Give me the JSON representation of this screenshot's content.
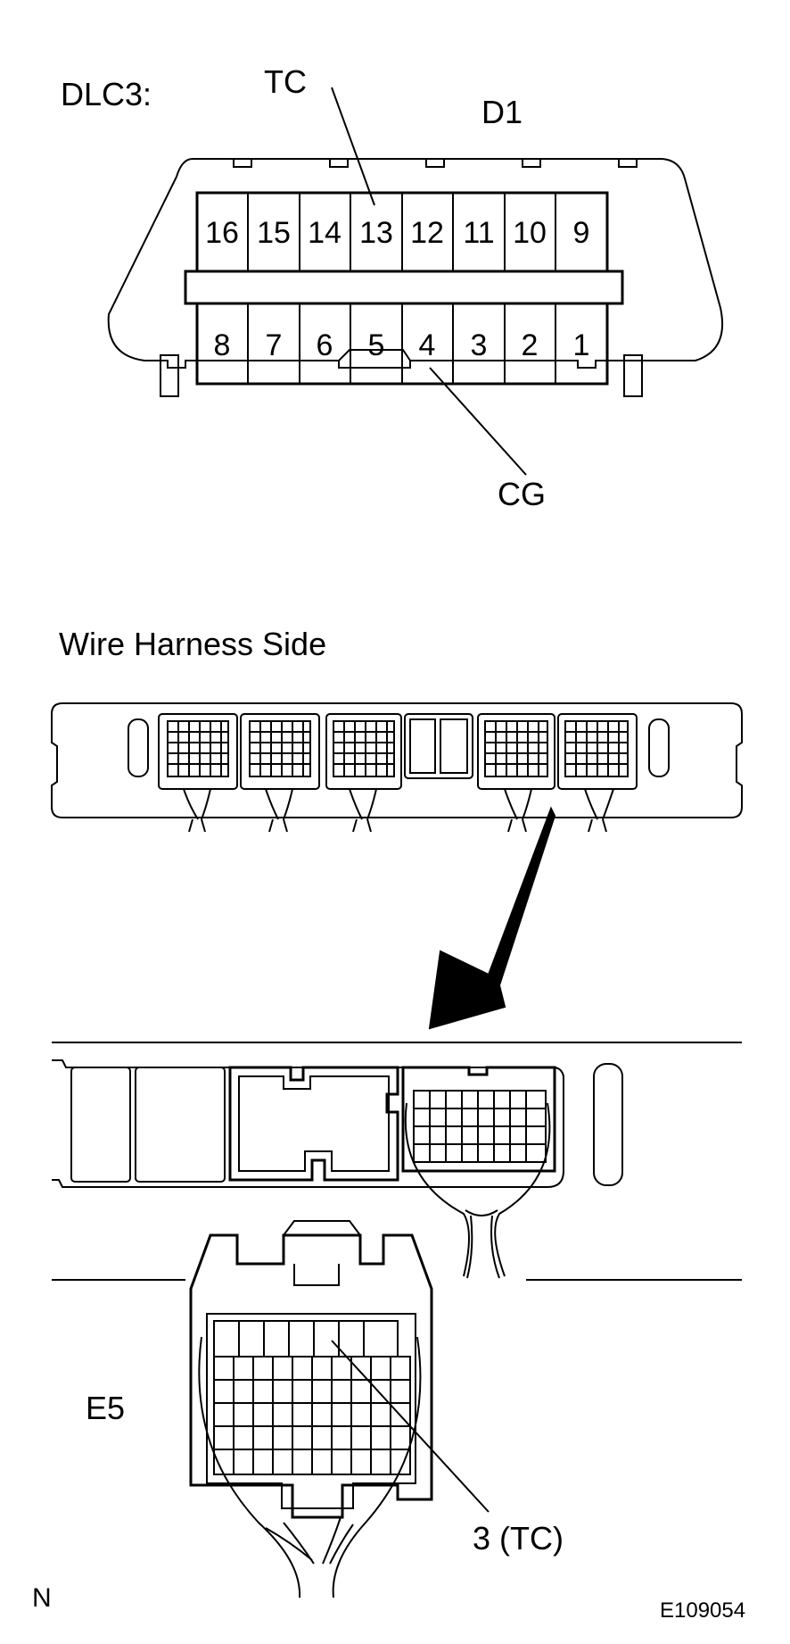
{
  "dlc3": {
    "title": "DLC3:",
    "connector_id": "D1",
    "pins_top": [
      "16",
      "15",
      "14",
      "13",
      "12",
      "11",
      "10",
      "9"
    ],
    "pins_bottom": [
      "8",
      "7",
      "6",
      "5",
      "4",
      "3",
      "2",
      "1"
    ],
    "callout_tc": "TC",
    "callout_cg": "CG"
  },
  "harness": {
    "title": "Wire Harness Side",
    "connector_id": "E5",
    "callout_pin": "3 (TC)"
  },
  "footer": {
    "left_mark": "N",
    "figure_code": "E109054"
  }
}
